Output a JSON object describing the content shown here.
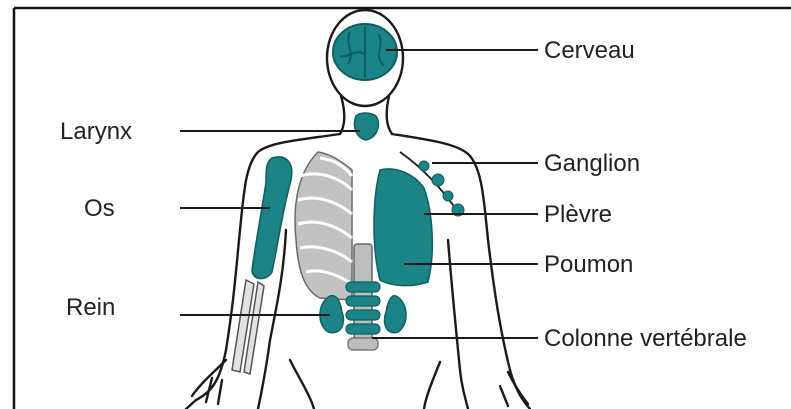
{
  "colors": {
    "organ": "#1a8487",
    "organ_dark": "#0e5f62",
    "ribcage": "#c2c2c2",
    "outline": "#1a1a1a",
    "border": "#111111"
  },
  "labels": {
    "cerveau": "Cerveau",
    "larynx": "Larynx",
    "ganglion": "Ganglion",
    "os": "Os",
    "plevre": "Plèvre",
    "poumon": "Poumon",
    "rein": "Rein",
    "colonne": "Colonne vertébrale"
  }
}
